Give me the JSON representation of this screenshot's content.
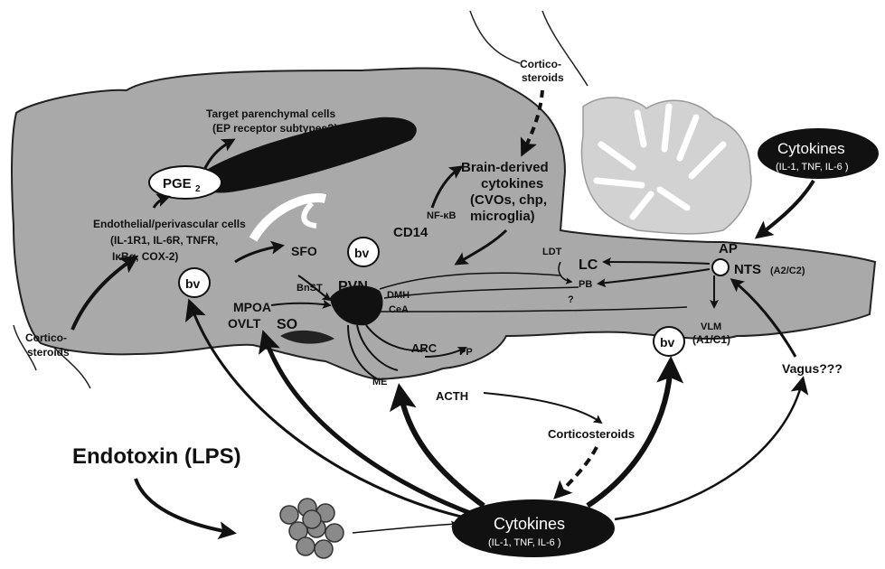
{
  "labels": {
    "corticosteroids_top_l1": "Cortico-",
    "corticosteroids_top_l2": "steroids",
    "corticosteroids_left_l1": "Cortico-",
    "corticosteroids_left_l2": "steroids",
    "target_l1": "Target parenchymal cells",
    "target_l2": "(EP receptor subtypes?)",
    "pge2": "PGE",
    "pge2_sub": "2",
    "endo_l1": "Endothelial/perivascular cells",
    "endo_l2": "(IL-1R1, IL-6R, TNFR,",
    "endo_l3": "IκBα, COX-2)",
    "brain_cyt_l1": "Brain-derived",
    "brain_cyt_l2": "cytokines",
    "brain_cyt_l3": "(CVOs, chp,",
    "brain_cyt_l4": "microglia)",
    "nfkb": "NF-κB",
    "cd14": "CD14",
    "sfo": "SFO",
    "bnst": "BnST",
    "pvn": "PVN",
    "dmh": "DMH",
    "cea": "CeA",
    "mpoa": "MPOA",
    "ovlt": "OVLT",
    "so": "SO",
    "arc": "ARC",
    "pp": "PP",
    "me": "ME",
    "acth": "ACTH",
    "ldt": "LDT",
    "lc": "LC",
    "pb": "PB",
    "qmark": "?",
    "ap": "AP",
    "nts": "NTS",
    "nts_sub": "(A2/C2)",
    "vlm": "VLM",
    "vlm_sub": "(A1/C1)",
    "vagus": "Vagus???",
    "bv": "bv",
    "cyt_top_title": "Cytokines",
    "cyt_top_sub": "(IL-1, TNF, IL-6 )",
    "cyt_bottom_title": "Cytokines",
    "cyt_bottom_sub": "(IL-1, TNF, IL-6 )",
    "corticosteroids_mid": "Corticosteroids",
    "endotoxin": "Endotoxin (LPS)"
  },
  "colors": {
    "brain_fill": "#a9a9a9",
    "cerebellum_fill": "#d2d2d2",
    "dark": "#111111",
    "white": "#ffffff",
    "cell_fill": "#8a8a8a"
  }
}
